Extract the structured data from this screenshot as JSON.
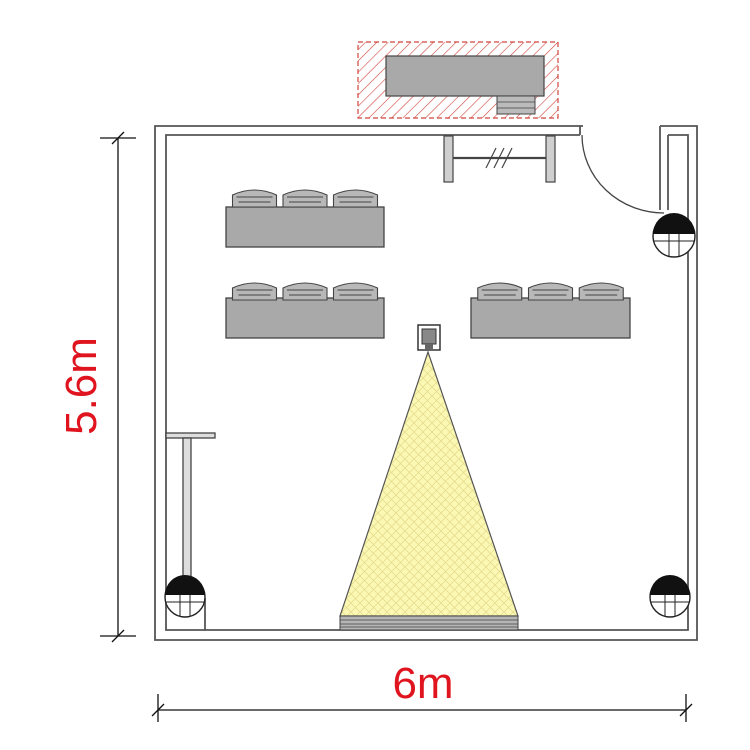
{
  "dimensions": {
    "height_label": "5.6m",
    "width_label": "6m",
    "label_color": "#e0141e"
  },
  "colors": {
    "wall": "#555555",
    "furniture_fill": "#a9a9a9",
    "furniture_stroke": "#444444",
    "projection_fill": "#fbf8b4",
    "projection_hatch": "#e2d98a",
    "hatch_red": "#d0453c",
    "dimension_line": "#111111"
  },
  "elements": {
    "desks": [
      "desk-row-1-left",
      "desk-row-2-left",
      "desk-row-2-right"
    ],
    "chairs_per_desk": 3,
    "projector": "projector-icon",
    "screen": "projection-screen",
    "speakers": [
      "speaker-top-right",
      "speaker-bottom-left",
      "speaker-bottom-right"
    ],
    "door": "entrance-door",
    "coat_rack": "coat-rack",
    "outside_unit": "outdoor-ac-unit",
    "stand": "screen-stand"
  }
}
